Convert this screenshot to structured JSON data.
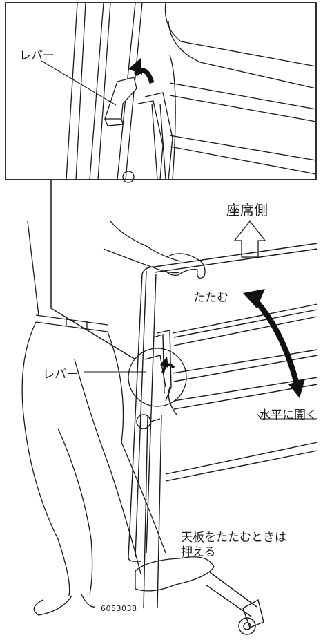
{
  "labels": {
    "lever_top": "レバー",
    "seat_side": "座席側",
    "fold": "たたむ",
    "lever_mid": "レバー",
    "horizontal_open": "水平に開く",
    "press_line1": "天板をたたむときは",
    "press_line2": "押える",
    "figure_code": "6053038"
  },
  "colors": {
    "line": "#1a1a1a",
    "arrow": "#111111",
    "background": "#ffffff"
  },
  "icons": {
    "rotate_arrow": "curved-arrow-icon",
    "up_arrow": "outline-up-arrow-icon",
    "fold_arrow": "double-headed-curved-arrow-icon"
  }
}
